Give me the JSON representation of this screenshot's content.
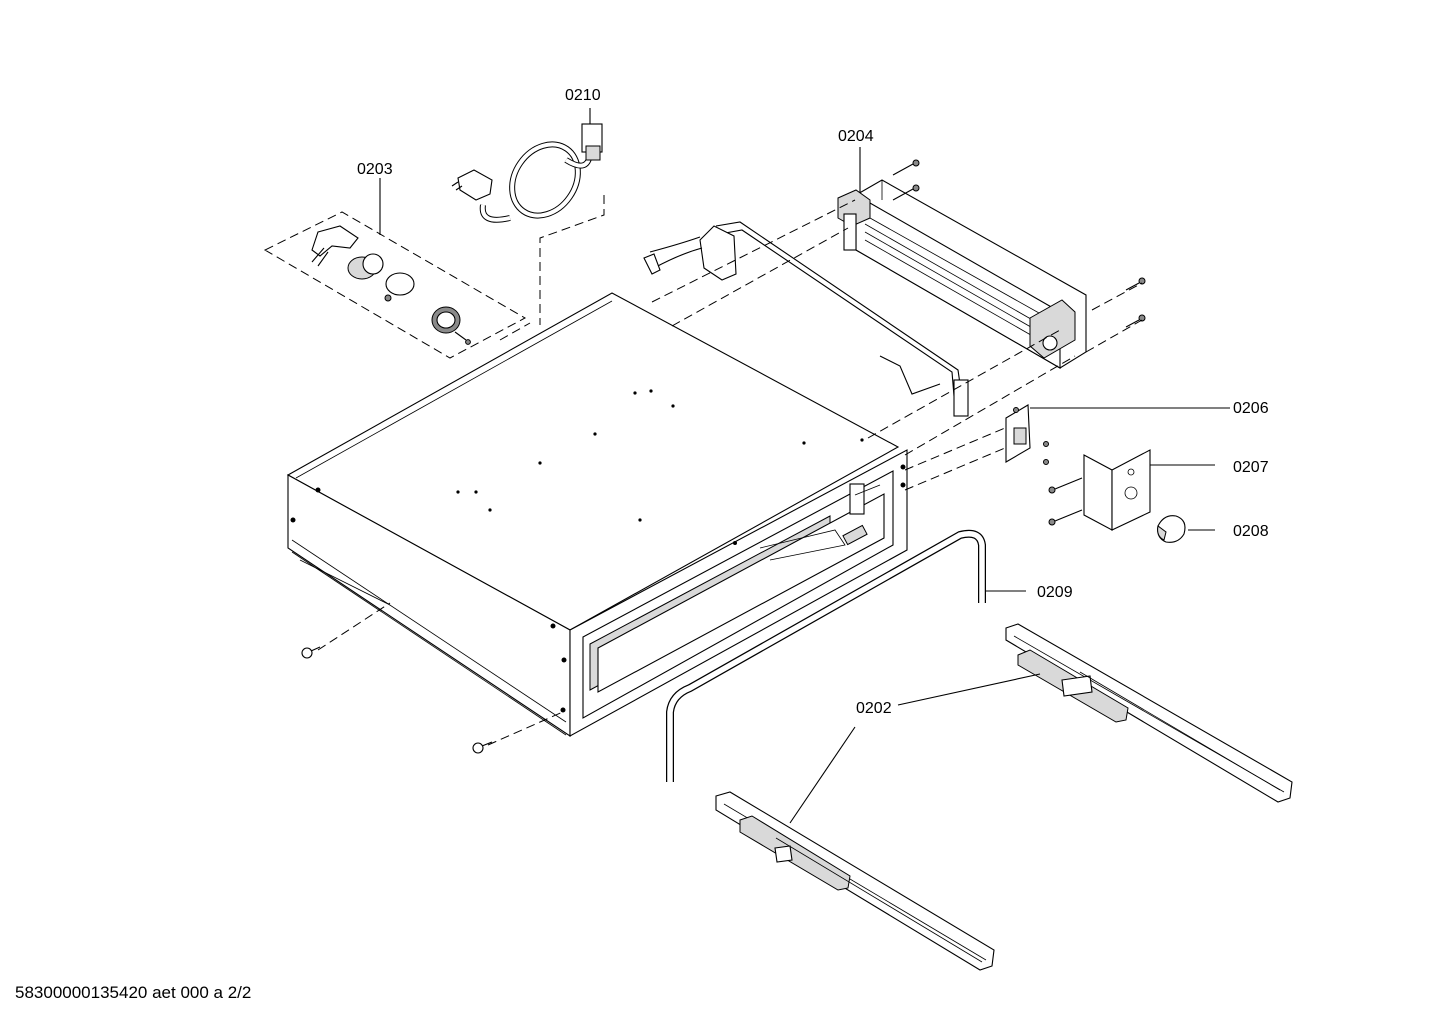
{
  "callouts": [
    {
      "id": "0210",
      "text": "0210"
    },
    {
      "id": "0203",
      "text": "0203"
    },
    {
      "id": "0204",
      "text": "0204"
    },
    {
      "id": "0206",
      "text": "0206"
    },
    {
      "id": "0207",
      "text": "0207"
    },
    {
      "id": "0208",
      "text": "0208"
    },
    {
      "id": "0209",
      "text": "0209"
    },
    {
      "id": "0202",
      "text": "0202"
    }
  ],
  "footer": {
    "drawing_id": "58300000135420 aet 000 a 2/2"
  }
}
